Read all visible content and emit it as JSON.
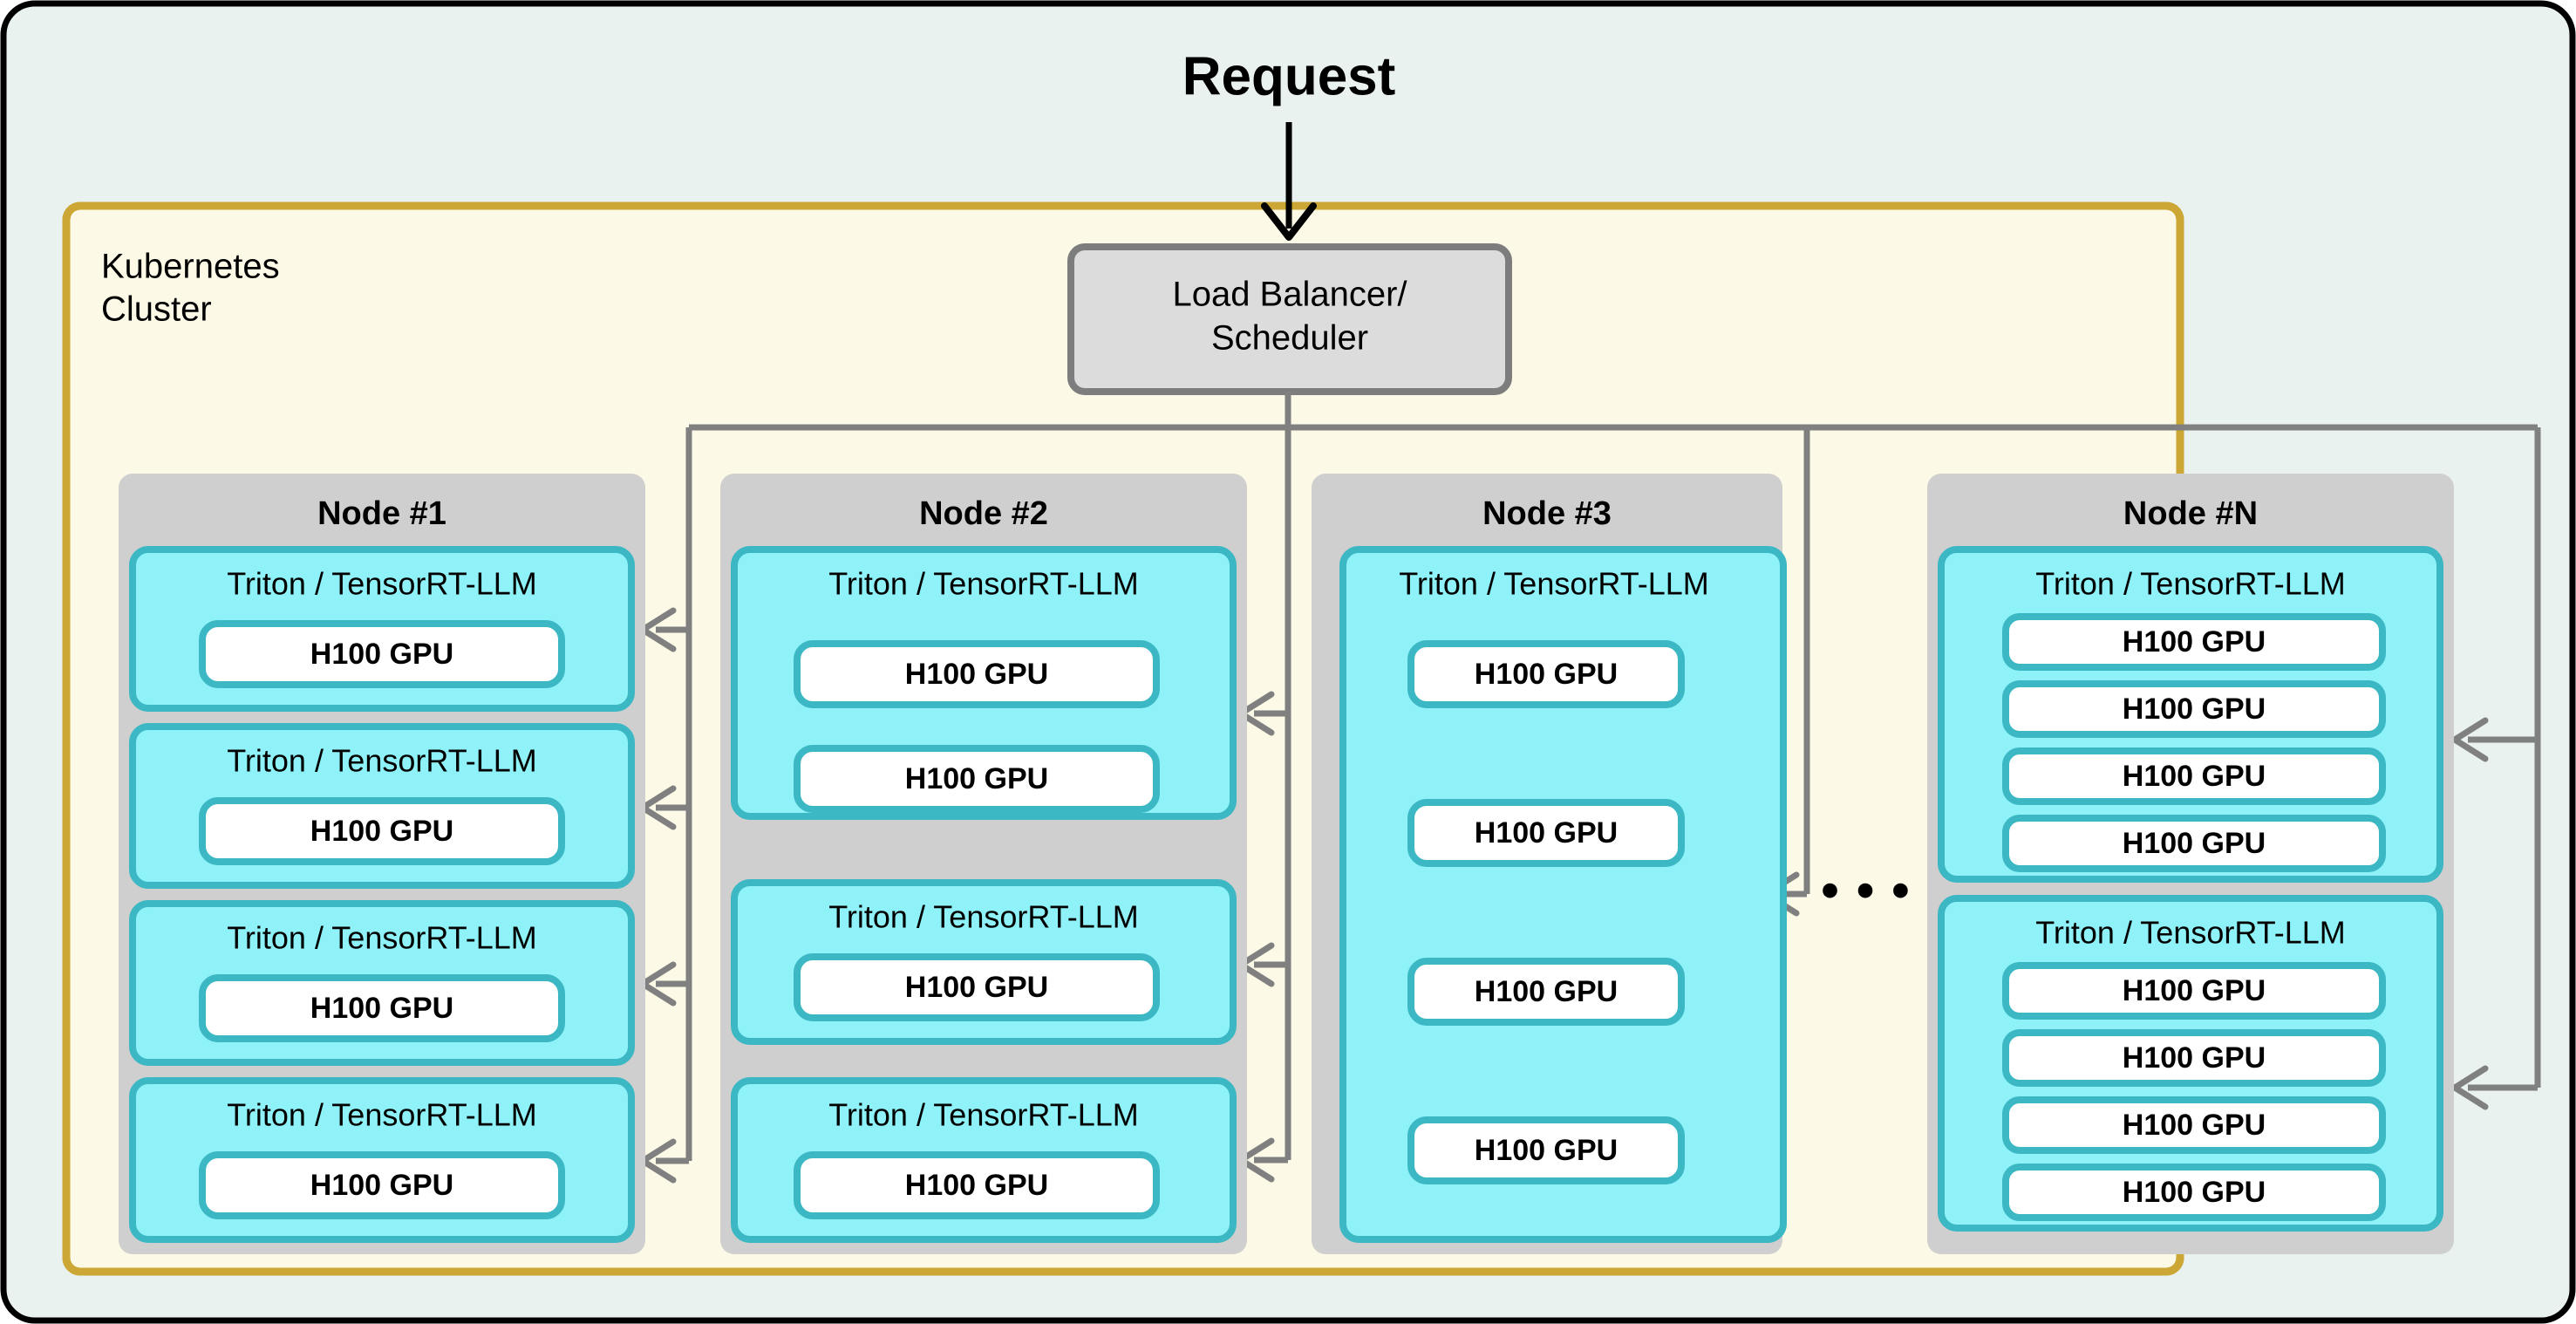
{
  "diagram": {
    "title": "Request",
    "cluster_label_line1": "Kubernetes",
    "cluster_label_line2": "Cluster",
    "load_balancer_line1": "Load Balancer/",
    "load_balancer_line2": "Scheduler",
    "ellipsis": "• • •",
    "pod_label": "Triton / TensorRT-LLM",
    "gpu_label": "H100 GPU",
    "colors": {
      "canvas_background": "#e9f2ef",
      "canvas_border": "#000000",
      "cluster_fill": "#fcfae6",
      "cluster_border": "#cca735",
      "node_fill": "#cfcfcf",
      "pod_fill": "#8ef2f8",
      "pod_border": "#3cb8c4",
      "gpu_fill": "#ffffff",
      "gpu_border": "#3cb8c4",
      "load_balancer_fill": "#dcdcdc",
      "load_balancer_border": "#7d7d7d",
      "connector": "#808080",
      "request_arrow": "#000000"
    },
    "nodes": [
      {
        "label": "Node #1",
        "pods": [
          {
            "label": "Triton / TensorRT-LLM",
            "gpus": [
              "H100 GPU"
            ]
          },
          {
            "label": "Triton / TensorRT-LLM",
            "gpus": [
              "H100 GPU"
            ]
          },
          {
            "label": "Triton / TensorRT-LLM",
            "gpus": [
              "H100 GPU"
            ]
          },
          {
            "label": "Triton / TensorRT-LLM",
            "gpus": [
              "H100 GPU"
            ]
          }
        ]
      },
      {
        "label": "Node #2",
        "pods": [
          {
            "label": "Triton / TensorRT-LLM",
            "gpus": [
              "H100 GPU",
              "H100 GPU"
            ]
          },
          {
            "label": "Triton / TensorRT-LLM",
            "gpus": [
              "H100 GPU"
            ]
          },
          {
            "label": "Triton / TensorRT-LLM",
            "gpus": [
              "H100 GPU"
            ]
          }
        ]
      },
      {
        "label": "Node #3",
        "pods": [
          {
            "label": "Triton / TensorRT-LLM",
            "gpus": [
              "H100 GPU",
              "H100 GPU",
              "H100 GPU",
              "H100 GPU"
            ]
          }
        ]
      },
      {
        "label": "Node #N",
        "pods": [
          {
            "label": "Triton / TensorRT-LLM",
            "gpus": [
              "H100 GPU",
              "H100 GPU",
              "H100 GPU",
              "H100 GPU"
            ]
          },
          {
            "label": "Triton / TensorRT-LLM",
            "gpus": [
              "H100 GPU",
              "H100 GPU",
              "H100 GPU",
              "H100 GPU"
            ]
          }
        ]
      }
    ]
  }
}
